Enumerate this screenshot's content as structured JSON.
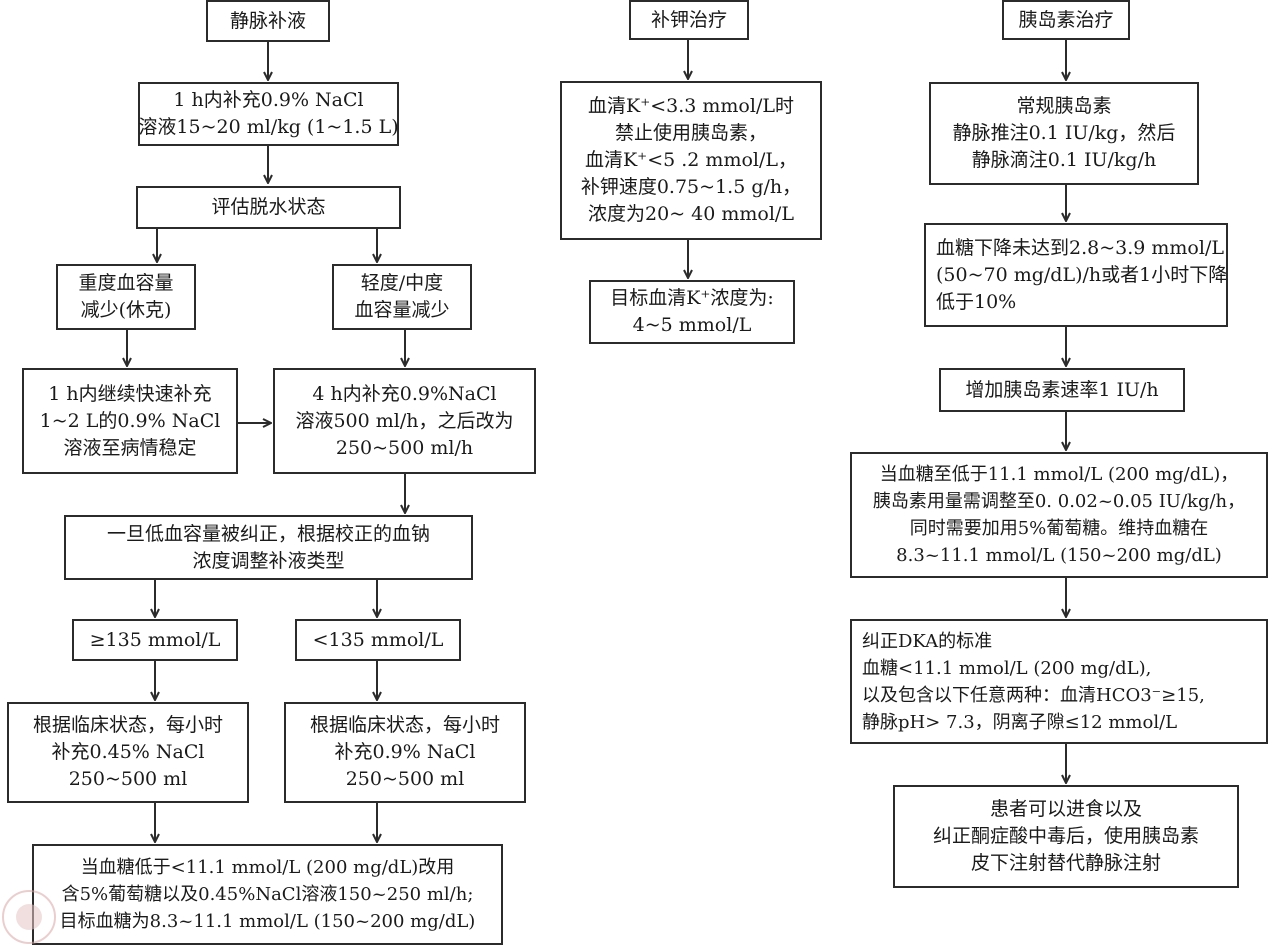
{
  "colors": {
    "line": "#2b2b2b",
    "background": "#ffffff",
    "seal": "#d9a7a7"
  },
  "iv": {
    "title": "静脉补液",
    "step1": [
      "1 h内补充0.9% NaCl",
      "溶液15~20 ml/kg (1~1.5 L)"
    ],
    "assess": "评估脱水状态",
    "severe": [
      "重度血容量",
      "减少(休克)"
    ],
    "mild": [
      "轻度/中度",
      "血容量减少"
    ],
    "severe_action": [
      "1 h内继续快速补充",
      "1~2 L的0.9% NaCl",
      "溶液至病情稳定"
    ],
    "mild_action": [
      "4 h内补充0.9%NaCl",
      "溶液500 ml/h，之后改为",
      "250~500 ml/h"
    ],
    "corrected": [
      "一旦低血容量被纠正，根据校正的血钠",
      "浓度调整补液类型"
    ],
    "na_high": "≥135 mmol/L",
    "na_low": "<135 mmol/L",
    "high_action": [
      "根据临床状态，每小时",
      "补充0.45% NaCl",
      "250~500 ml"
    ],
    "low_action": [
      "根据临床状态，每小时",
      "补充0.9% NaCl",
      "250~500 ml"
    ],
    "glucose_switch": [
      "当血糖低于<11.1 mmol/L (200 mg/dL)改用",
      "含5%葡萄糖以及0.45%NaCl溶液150~250 ml/h;",
      "目标血糖为8.3~11.1 mmol/L (150~200 mg/dL)"
    ]
  },
  "potassium": {
    "title": "补钾治疗",
    "rules": [
      "血清K⁺<3.3 mmol/L时",
      "禁止使用胰岛素，",
      "血清K⁺<5 .2 mmol/L，",
      "补钾速度0.75~1.5 g/h，",
      "浓度为20~ 40 mmol/L"
    ],
    "target": [
      "目标血清K⁺浓度为:",
      "4~5 mmol/L"
    ]
  },
  "insulin": {
    "title": "胰岛素治疗",
    "regular": [
      "常规胰岛素",
      "静脉推注0.1 IU/kg，然后",
      "静脉滴注0.1 IU/kg/h"
    ],
    "not_reached": [
      "血糖下降未达到2.8~3.9 mmol/L",
      "(50~70 mg/dL)/h或者1小时下降",
      "低于10%"
    ],
    "increase": "增加胰岛素速率1 IU/h",
    "adjust": [
      "当血糖至低于11.1 mmol/L (200 mg/dL)，",
      "胰岛素用量需调整至0. 0.02~0.05 IU/kg/h，",
      "同时需要加用5%葡萄糖。维持血糖在",
      "8.3~11.1 mmol/L (150~200 mg/dL)"
    ],
    "dka_criteria": [
      "纠正DKA的标准",
      "血糖<11.1 mmol/L (200 mg/dL),",
      "以及包含以下任意两种：血清HCO3⁻≥15,",
      "静脉pH> 7.3，阴离子隙≤12 mmol/L"
    ],
    "subcutaneous": [
      "患者可以进食以及",
      "纠正酮症酸中毒后，使用胰岛素",
      "皮下注射替代静脉注射"
    ]
  }
}
